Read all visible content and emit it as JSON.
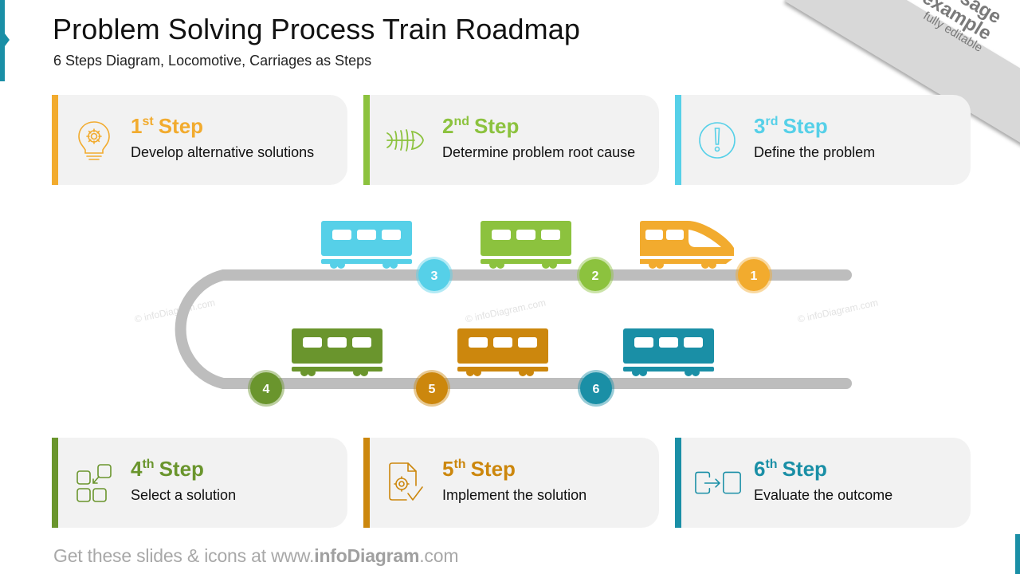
{
  "header": {
    "title": "Problem Solving Process Train Roadmap",
    "subtitle": "6 Steps Diagram, Locomotive, Carriages as Steps"
  },
  "ribbon": {
    "line1": "Usage",
    "line2": "example",
    "line3": "fully editable"
  },
  "colors": {
    "accent": "#1a8fa6",
    "track": "#bdbdbd",
    "card_bg": "#f2f2f2",
    "step1": "#f2ab2e",
    "step2": "#8cc23e",
    "step3": "#56d0e8",
    "step4": "#6a952d",
    "step5": "#cc870d",
    "step6": "#1a8fa6"
  },
  "steps": [
    {
      "number": "1",
      "ordinal": "1",
      "suffix": "st",
      "word": "Step",
      "description": "Develop alternative solutions",
      "icon": "lightbulb-gear-icon",
      "vehicle": "locomotive",
      "color": "#f2ab2e"
    },
    {
      "number": "2",
      "ordinal": "2",
      "suffix": "nd",
      "word": "Step",
      "description": "Determine problem root cause",
      "icon": "fishbone-icon",
      "vehicle": "carriage",
      "color": "#8cc23e"
    },
    {
      "number": "3",
      "ordinal": "3",
      "suffix": "rd",
      "word": "Step",
      "description": "Define the problem",
      "icon": "exclamation-circle-icon",
      "vehicle": "carriage",
      "color": "#56d0e8"
    },
    {
      "number": "4",
      "ordinal": "4",
      "suffix": "th",
      "word": "Step",
      "description": "Select a solution",
      "icon": "select-squares-icon",
      "vehicle": "carriage",
      "color": "#6a952d"
    },
    {
      "number": "5",
      "ordinal": "5",
      "suffix": "th",
      "word": "Step",
      "description": "Implement the solution",
      "icon": "document-gear-check-icon",
      "vehicle": "carriage",
      "color": "#cc870d"
    },
    {
      "number": "6",
      "ordinal": "6",
      "suffix": "th",
      "word": "Step",
      "description": "Evaluate the outcome",
      "icon": "move-to-box-icon",
      "vehicle": "carriage",
      "color": "#1a8fa6"
    }
  ],
  "watermark": "© infoDiagram.com",
  "footer": {
    "prefix": "Get these slides & icons at www.",
    "brand": "infoDiagram",
    "suffix": ".com"
  }
}
